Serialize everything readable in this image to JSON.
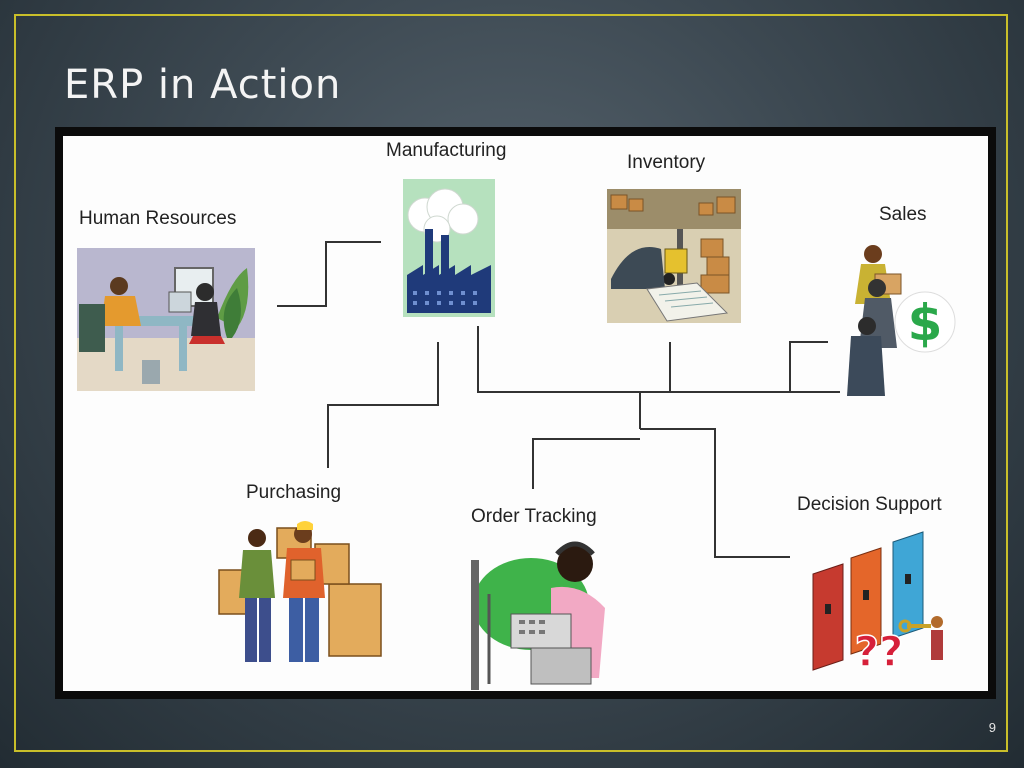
{
  "slide": {
    "title": "ERP in Action",
    "page_number": "9"
  },
  "modules": {
    "human_resources": "Human Resources",
    "manufacturing": "Manufacturing",
    "inventory": "Inventory",
    "sales": "Sales",
    "purchasing": "Purchasing",
    "order_tracking": "Order Tracking",
    "decision_support": "Decision Support"
  },
  "icons": {
    "human_resources": "office-workers-icon",
    "manufacturing": "factory-icon",
    "inventory": "warehouse-forklift-icon",
    "sales": "salespeople-dollar-icon",
    "purchasing": "workers-boxes-icon",
    "order_tracking": "headset-operator-icon",
    "decision_support": "doors-question-icon"
  },
  "colors": {
    "frame": "#c9bf2a",
    "connector": "#333333",
    "dollar": "#2aa84a"
  },
  "sales_symbol": "$",
  "decision_symbol": "??"
}
